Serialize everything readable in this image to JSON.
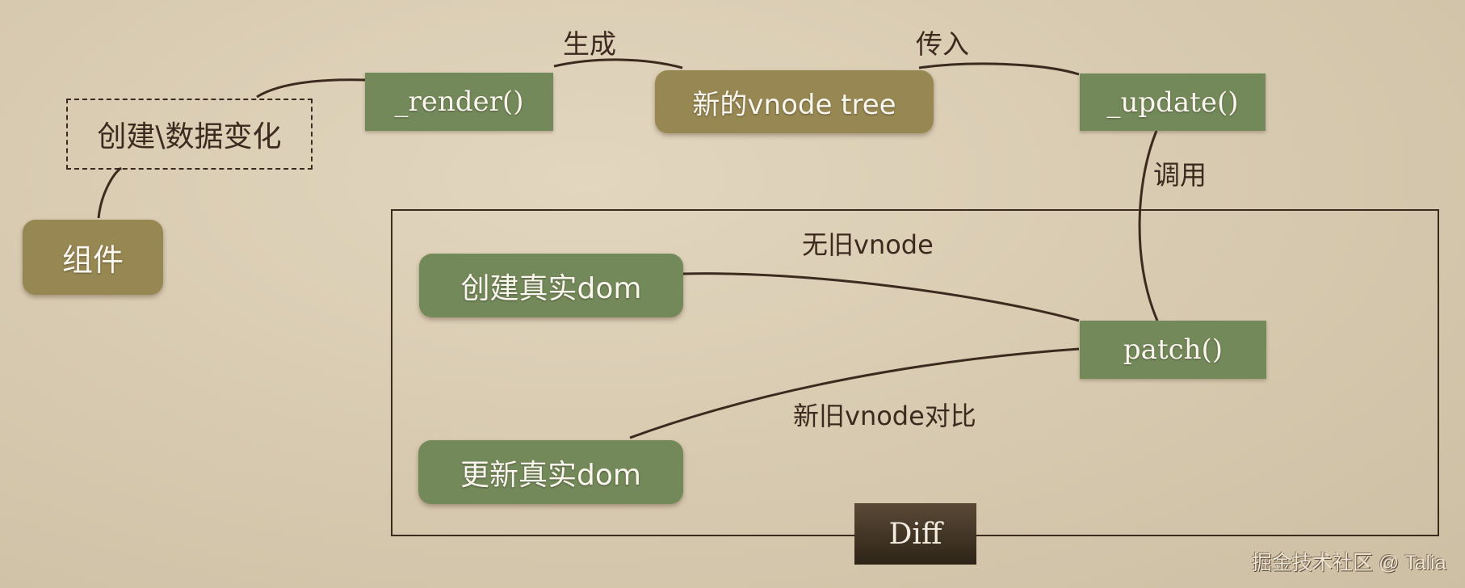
{
  "nodes": {
    "component": "组件",
    "create_or_change": "创建\\数据变化",
    "render": "_render()",
    "new_vnode_tree": "新的vnode tree",
    "update": "_update()",
    "patch": "patch()",
    "create_real_dom": "创建真实dom",
    "update_real_dom": "更新真实dom",
    "diff": "Diff"
  },
  "edges": {
    "generate": "生成",
    "pass_in": "传入",
    "invoke": "调用",
    "no_old_vnode": "无旧vnode",
    "compare_vnodes": "新旧vnode对比"
  },
  "watermark": "掘金技术社区 @ Talia",
  "colors": {
    "background": "#d8cbb2",
    "green_node": "#74895a",
    "olive_node": "#978753",
    "line": "#3b2a1e",
    "diff_label": "#3e3224"
  }
}
